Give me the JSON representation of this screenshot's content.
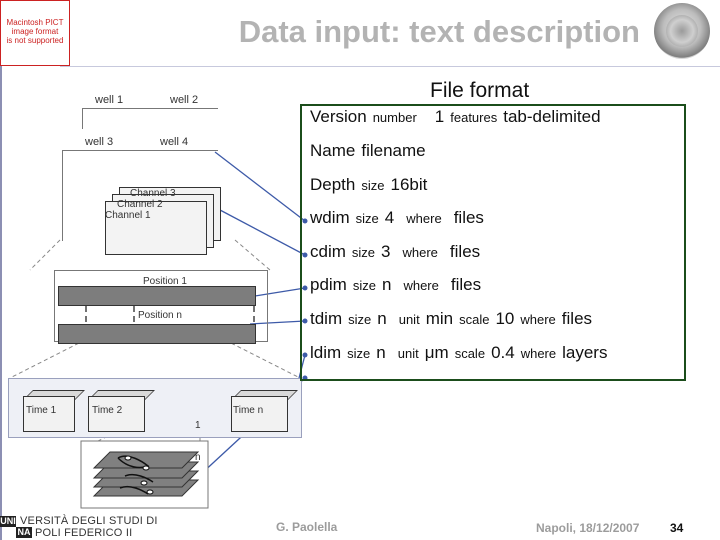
{
  "header": {
    "title": "Data input: text description",
    "placeholder_lines": [
      "Macintosh PICT",
      "image format",
      "is not supported"
    ]
  },
  "diagram": {
    "wells": [
      "well 1",
      "well 2",
      "well 3",
      "well 4"
    ],
    "channels": [
      "Channel 3",
      "Channel 2",
      "Channel 1"
    ],
    "positions": [
      "Position 1",
      "Position n"
    ],
    "times": [
      "Time 1",
      "Time 2",
      "Time n"
    ],
    "z_labels": [
      "1",
      "n"
    ]
  },
  "file_format": {
    "title": "File format",
    "lines": [
      {
        "k": "Version",
        "a": "number",
        "b": "1",
        "c": "features",
        "d": "tab-delimited"
      },
      {
        "k": "Name",
        "a": "filename"
      },
      {
        "k": "Depth",
        "a": "size",
        "b": "16bit"
      },
      {
        "k": "wdim",
        "a": "size",
        "b": "4",
        "c": "where",
        "d": "files"
      },
      {
        "k": "cdim",
        "a": "size",
        "b": "3",
        "c": "where",
        "d": "files"
      },
      {
        "k": "pdim",
        "a": "size",
        "b": "n",
        "c": "where",
        "d": "files"
      },
      {
        "k": "tdim",
        "a": "size",
        "b": "n",
        "c": "unit",
        "d": "min",
        "e": "scale",
        "f": "10",
        "g": "where",
        "h": "files"
      },
      {
        "k": "ldim",
        "a": "size",
        "b": "n",
        "c": "unit",
        "d": "μm",
        "e": "scale",
        "f": "0.4",
        "g": "where",
        "h": "layers"
      }
    ]
  },
  "footer": {
    "logo_top": "UNI",
    "logo_top_rest": "VERSITÀ DEGLI STUDI DI",
    "logo_bottom": "NA",
    "logo_bottom_rest": "POLI FEDERICO II",
    "author": "G. Paolella",
    "date": "Napoli, 18/12/2007",
    "page": "34"
  },
  "colors": {
    "title": "#b3b3b3",
    "box_border": "#1b4d1b",
    "connector": "#3d5aa8"
  }
}
